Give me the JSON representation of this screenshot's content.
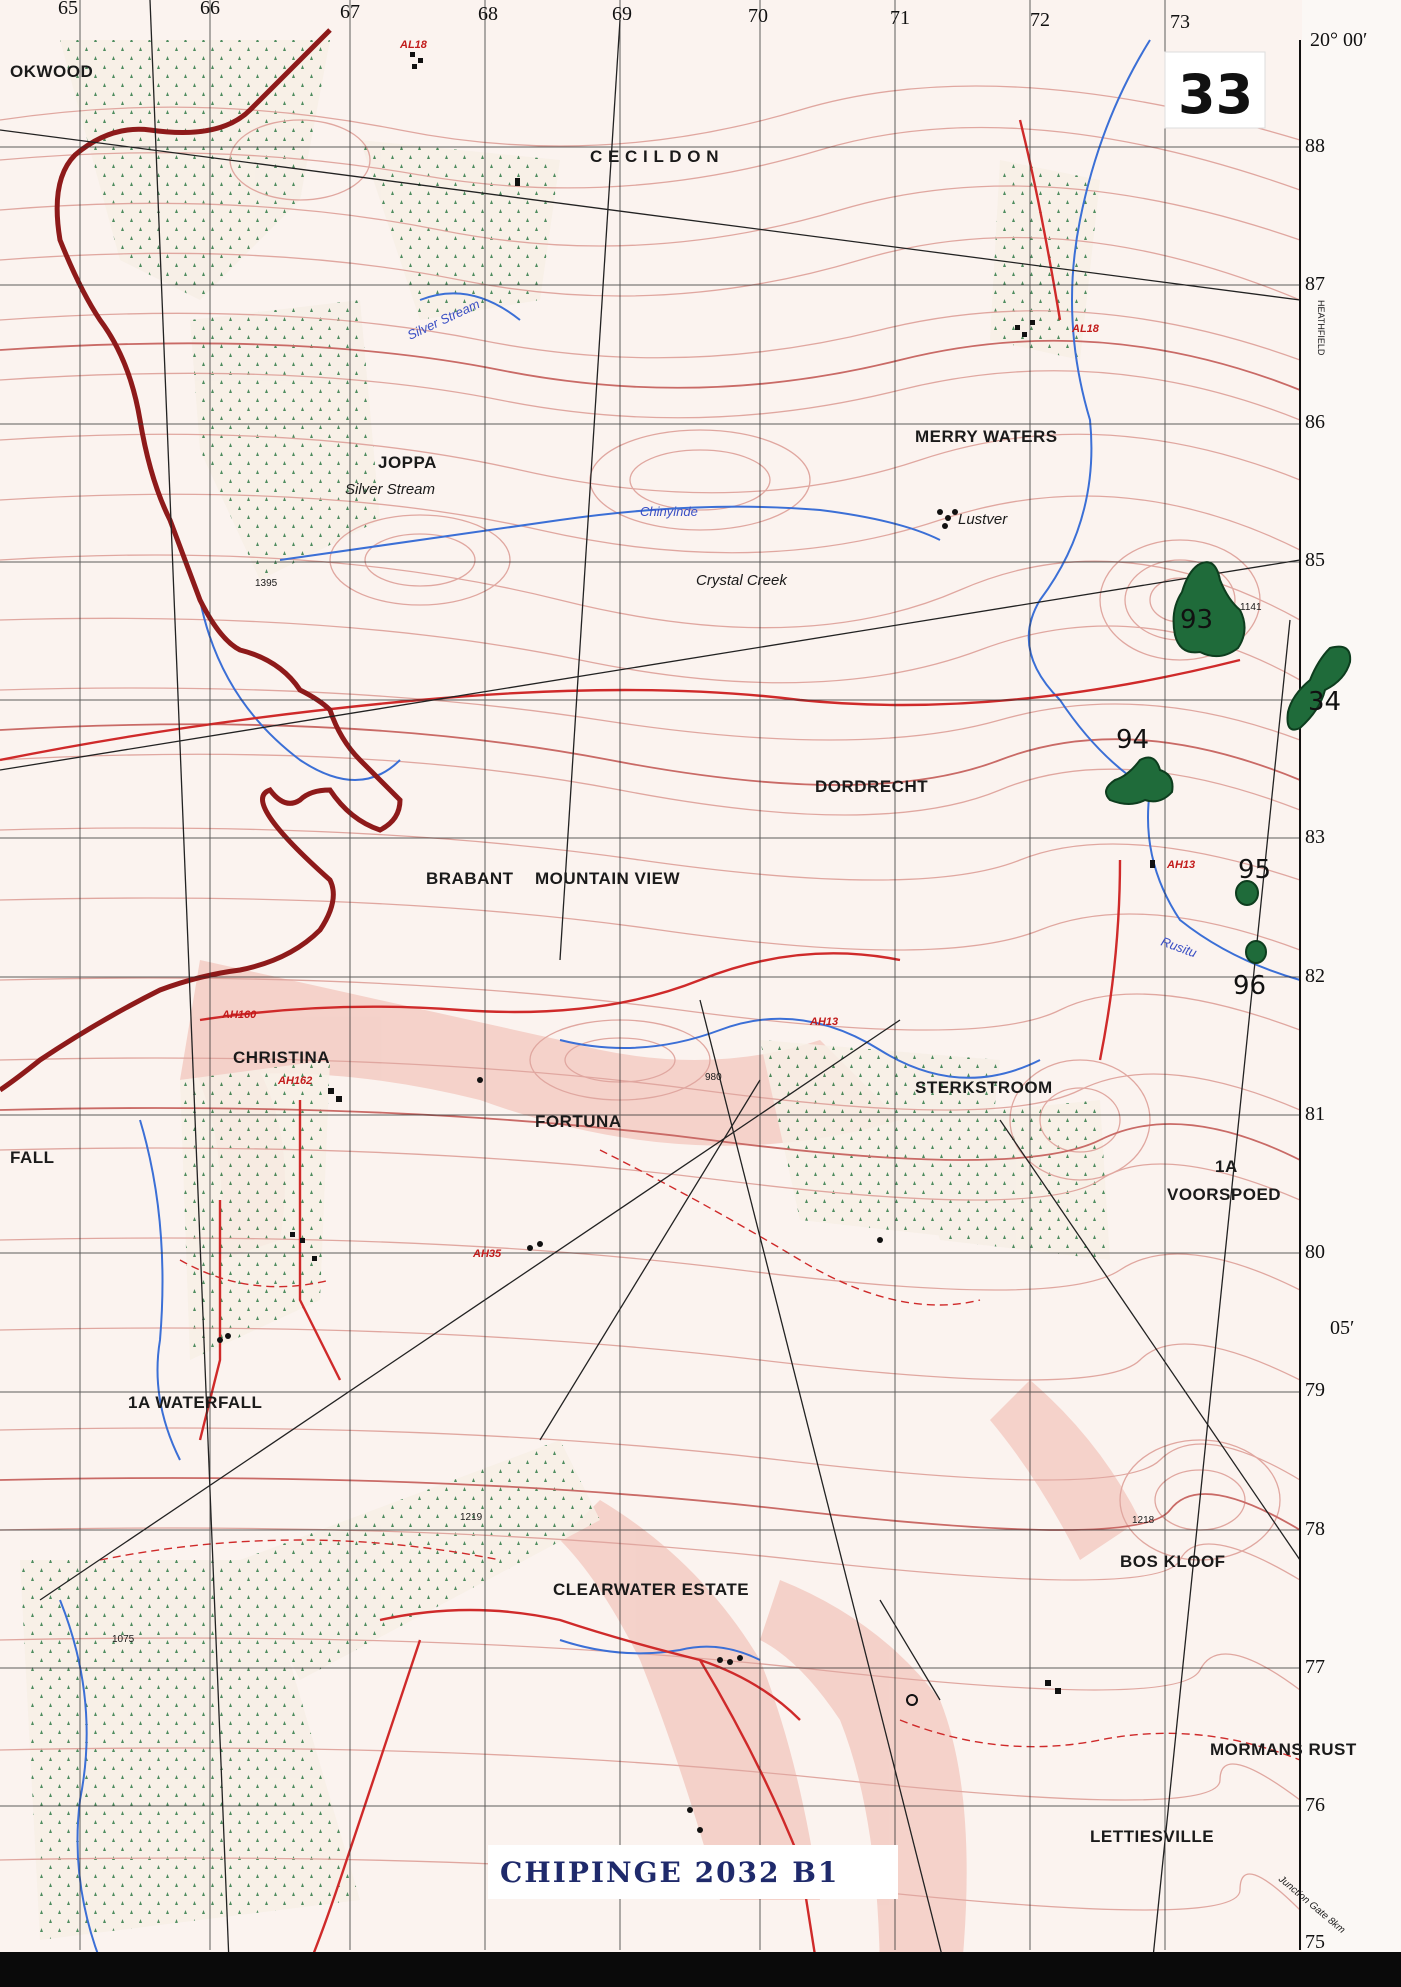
{
  "map": {
    "sheet_number": "33",
    "sheet_title": "CHIPINGE 2032 B1",
    "colors": {
      "paper": "#fbf3ef",
      "contour": "#e0a7a0",
      "contour_index": "#c96a66",
      "road": "#cf2a2a",
      "border": "#8e1a1a",
      "river": "#3b6fd6",
      "grid": "#2a2a2a",
      "forest_marked": "#1f6b3a",
      "shading": "#f0b6ab"
    },
    "eastings": [
      "65",
      "66",
      "67",
      "68",
      "69",
      "70",
      "71",
      "72",
      "73"
    ],
    "northings": [
      "88",
      "87",
      "86",
      "85",
      "83",
      "82",
      "81",
      "80",
      "79",
      "78",
      "77",
      "76",
      "75"
    ],
    "lat_top": "20° 00′",
    "lat_mid": "05′",
    "margin_note": "HEATHFIELD",
    "places": [
      {
        "name": "OKWOOD",
        "style": "bold"
      },
      {
        "name": "C E C I L D O N",
        "style": "bold"
      },
      {
        "name": "JOPPA",
        "style": "bold"
      },
      {
        "name": "MERRY WATERS",
        "style": "bold"
      },
      {
        "name": "Lustver",
        "style": "italic"
      },
      {
        "name": "Silver Stream",
        "style": "italic"
      },
      {
        "name": "Chinyinde",
        "style": "italic"
      },
      {
        "name": "Crystal Creek",
        "style": "italic"
      },
      {
        "name": "DORDRECHT",
        "style": "bold"
      },
      {
        "name": "BRABANT",
        "style": "bold"
      },
      {
        "name": "MOUNTAIN VIEW",
        "style": "bold"
      },
      {
        "name": "CHRISTINA",
        "style": "bold"
      },
      {
        "name": "FORTUNA",
        "style": "bold"
      },
      {
        "name": "STERKSTROOM",
        "style": "bold"
      },
      {
        "name": "1A",
        "style": "bold"
      },
      {
        "name": "VOORSPOED",
        "style": "bold"
      },
      {
        "name": "FALL",
        "style": "bold"
      },
      {
        "name": "1A WATERFALL",
        "style": "bold"
      },
      {
        "name": "CLEARWATER ESTATE",
        "style": "bold"
      },
      {
        "name": "BOS KLOOF",
        "style": "bold"
      },
      {
        "name": "LETTIESVILLE",
        "style": "bold"
      },
      {
        "name": "MORMANS RUST",
        "style": "bold"
      }
    ],
    "road_labels": [
      "AL18",
      "AL18",
      "AH13",
      "AH160",
      "AH162",
      "AH35",
      "AH13"
    ],
    "spot_heights": [
      "1395",
      "1219",
      "980",
      "1075",
      "1218",
      "1141"
    ],
    "river_labels": [
      "Silver Stream",
      "Rusitu"
    ],
    "junction_note": "Junction Gate 8km",
    "plot_marks": [
      {
        "label": "93"
      },
      {
        "label": "94"
      },
      {
        "label": "95"
      },
      {
        "label": "96"
      },
      {
        "label": "34"
      }
    ]
  }
}
